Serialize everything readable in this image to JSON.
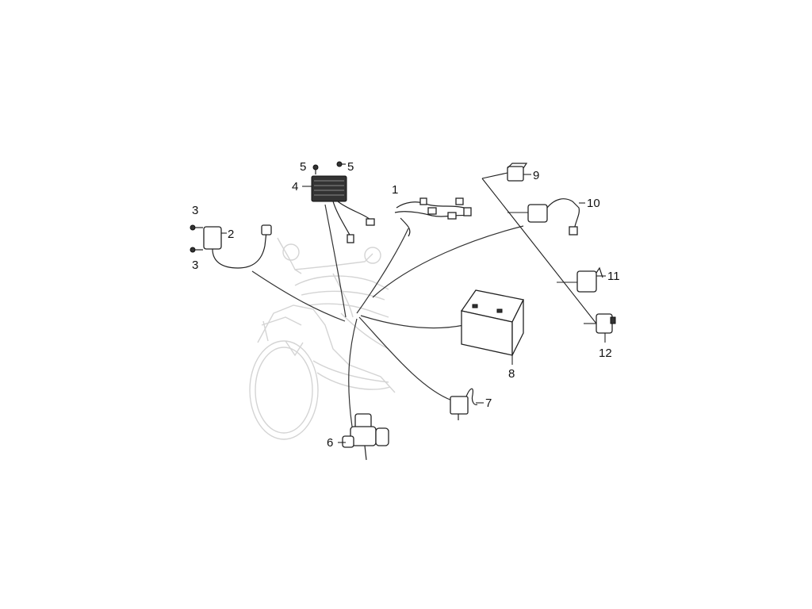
{
  "diagram": {
    "callouts": [
      {
        "id": "1",
        "label": "1"
      },
      {
        "id": "2",
        "label": "2"
      },
      {
        "id": "3a",
        "label": "3"
      },
      {
        "id": "3b",
        "label": "3"
      },
      {
        "id": "4",
        "label": "4"
      },
      {
        "id": "5a",
        "label": "5"
      },
      {
        "id": "5b",
        "label": "5"
      },
      {
        "id": "6",
        "label": "6"
      },
      {
        "id": "7",
        "label": "7"
      },
      {
        "id": "8",
        "label": "8"
      },
      {
        "id": "9",
        "label": "9"
      },
      {
        "id": "10",
        "label": "10"
      },
      {
        "id": "11",
        "label": "11"
      },
      {
        "id": "12",
        "label": "12"
      }
    ]
  }
}
